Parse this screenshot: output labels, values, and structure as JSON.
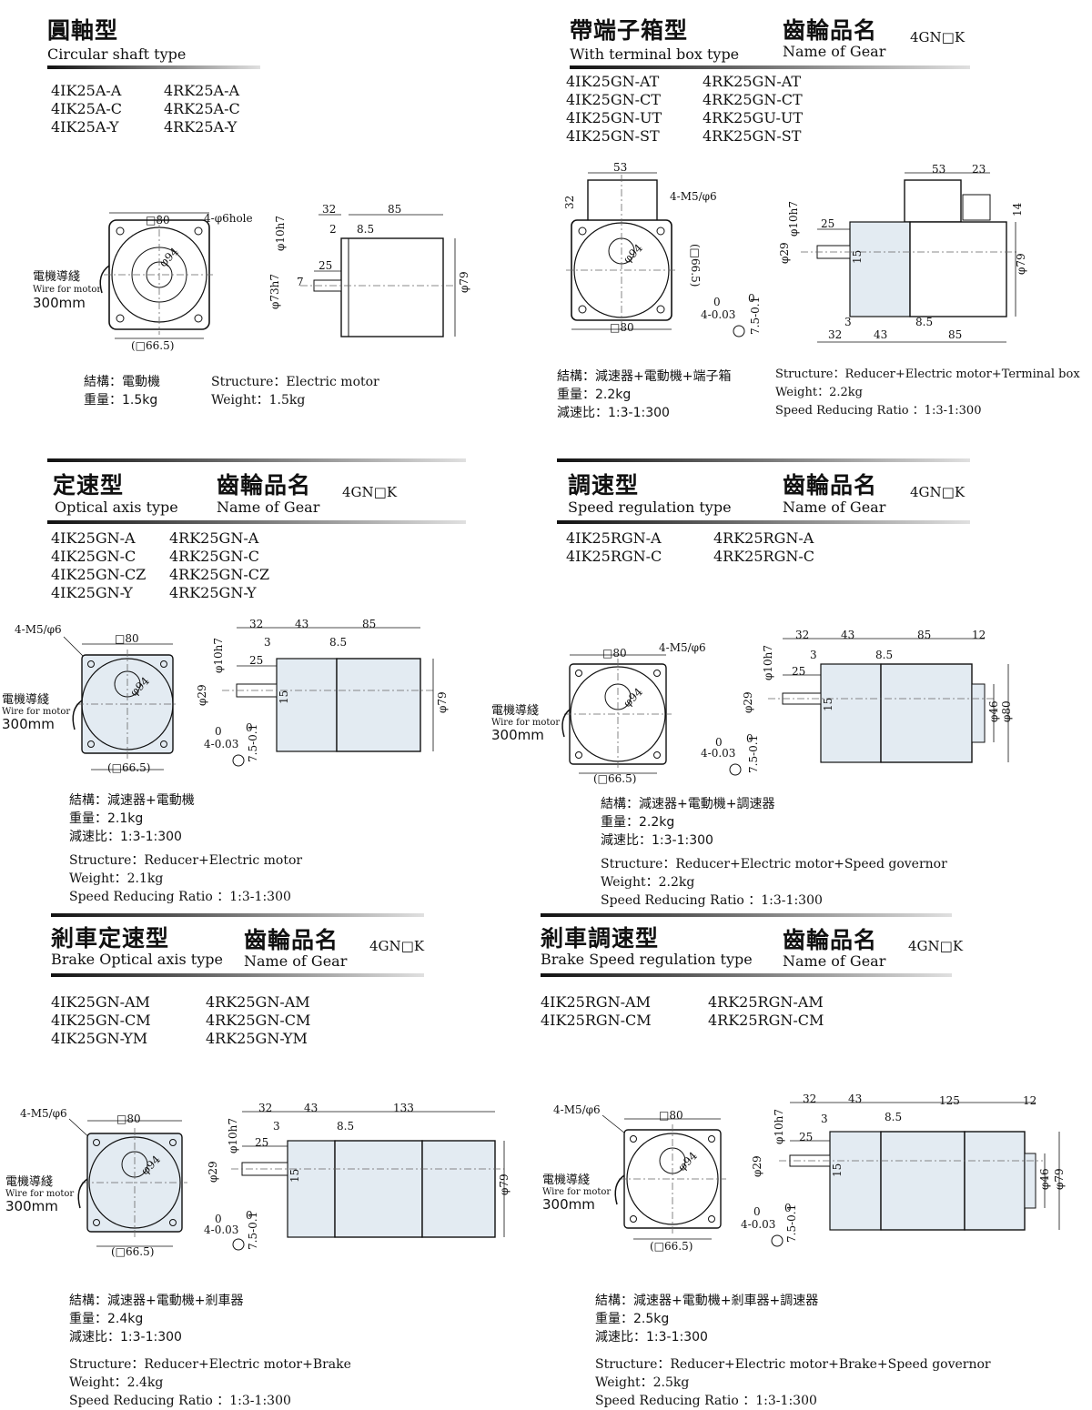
{
  "code_label": "4GN□K",
  "gear_name_zh": "齒輪品名",
  "gear_name_en": "Name of Gear",
  "sections": {
    "circular": {
      "title_zh": "圓軸型",
      "title_en": "Circular shaft type",
      "models_left": [
        "4IK25A-A",
        "4IK25A-C",
        "4IK25A-Y"
      ],
      "models_right": [
        "4RK25A-A",
        "4RK25A-C",
        "4RK25A-Y"
      ],
      "info_zh": [
        "結構：電動機",
        "重量：1.5kg"
      ],
      "info_en": [
        "Structure：Electric motor",
        "Weight：1.5kg"
      ]
    },
    "terminal": {
      "title_zh": "帶端子箱型",
      "title_en": "With terminal box  type",
      "models_left": [
        "4IK25GN-AT",
        "4IK25GN-CT",
        "4IK25GN-UT",
        "4IK25GN-ST"
      ],
      "models_right": [
        "4RK25GN-AT",
        "4RK25GN-CT",
        "4RK25GU-UT",
        "4RK25GN-ST"
      ],
      "info_zh": [
        "結構：減速器+電動機+端子箱",
        "重量：2.2kg",
        "減速比：1:3-1:300"
      ],
      "info_en": [
        "Structure：Reducer+Electric motor+Terminal box",
        "Weight：2.2kg",
        "Speed Reducing Ratio ：1:3-1:300"
      ]
    },
    "optical": {
      "title_zh": "定速型",
      "title_en": "Optical axis type",
      "models_left": [
        "4IK25GN-A",
        "4IK25GN-C",
        "4IK25GN-CZ",
        "4IK25GN-Y"
      ],
      "models_right": [
        "4RK25GN-A",
        "4RK25GN-C",
        "4RK25GN-CZ",
        "4RK25GN-Y"
      ],
      "info_zh": [
        "結構：減速器+電動機",
        "重量：2.1kg",
        "減速比：1:3-1:300"
      ],
      "info_en": [
        "Structure：Reducer+Electric motor",
        "Weight：2.1kg",
        "Speed Reducing Ratio ：1:3-1:300"
      ]
    },
    "speed": {
      "title_zh": "調速型",
      "title_en": "Speed regulation type",
      "models_left": [
        "4IK25RGN-A",
        "4IK25RGN-C"
      ],
      "models_right": [
        "4RK25RGN-A",
        "4RK25RGN-C"
      ],
      "info_zh": [
        "結構：減速器+電動機+調速器",
        "重量：2.2kg",
        "減速比：1:3-1:300"
      ],
      "info_en": [
        "Structure：Reducer+Electric motor+Speed governor",
        "Weight：2.2kg",
        "Speed Reducing Ratio ：1:3-1:300"
      ]
    },
    "brake_optical": {
      "title_zh": "剎車定速型",
      "title_en": "Brake Optical axis type",
      "models_left": [
        "4IK25GN-AM",
        "4IK25GN-CM",
        "4IK25GN-YM"
      ],
      "models_right": [
        "4RK25GN-AM",
        "4RK25GN-CM",
        "4RK25GN-YM"
      ],
      "info_zh": [
        "結構：減速器+電動機+剎車器",
        "重量：2.4kg",
        "減速比：1:3-1:300"
      ],
      "info_en": [
        "Structure：Reducer+Electric motor+Brake",
        "Weight：2.4kg",
        "Speed Reducing Ratio ：1:3-1:300"
      ]
    },
    "brake_speed": {
      "title_zh": "剎車調速型",
      "title_en": "Brake Speed regulation type",
      "models_left": [
        "4IK25RGN-AM",
        "4IK25RGN-CM"
      ],
      "models_right": [
        "4RK25RGN-AM",
        "4RK25RGN-CM"
      ],
      "info_zh": [
        "結構：減速器+電動機+剎車器+調速器",
        "重量：2.5kg",
        "減速比：1:3-1:300"
      ],
      "info_en": [
        "Structure：Reducer+Electric motor+Brake+Speed governor",
        "Weight：2.5kg",
        "Speed Reducing Ratio ：1:3-1:300"
      ]
    }
  },
  "drawing": {
    "wire_zh": "電機導綫",
    "wire_en": "Wire for motor",
    "wire_len": "300mm",
    "sq80": "□80",
    "sq665": "(□66.5)",
    "sq665b": "(□66.5)",
    "phi94": "φ94",
    "hole_plain": "4-φ6hole",
    "hole_m5": "4-M5/φ6",
    "phi10h7": "φ10h7",
    "phi73h7": "φ73h7",
    "phi29": "φ29",
    "phi79": "φ79",
    "phi80": "φ80",
    "phi46": "φ46",
    "d2": "2",
    "d7": "7",
    "d3": "3",
    "d8_5": "8.5",
    "d12": "12",
    "d14": "14",
    "d15": "15",
    "d23": "23",
    "d25": "25",
    "d32": "32",
    "d43": "43",
    "d53": "53",
    "d85": "85",
    "d125": "125",
    "d133": "133",
    "tol_a0": "0",
    "tol_a": "4-0.03",
    "tol_b0": "0",
    "tol_b": "7.5-0.1"
  }
}
